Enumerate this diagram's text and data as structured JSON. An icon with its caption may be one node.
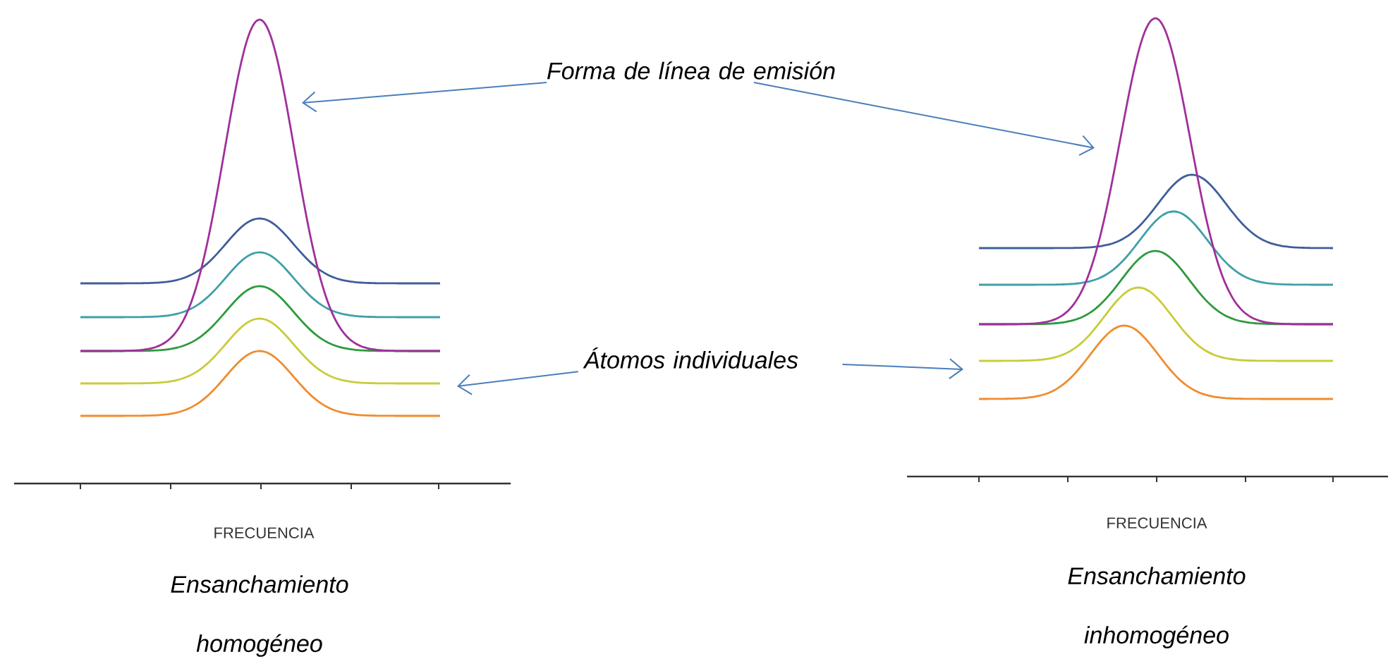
{
  "diagram": {
    "nodes": [
      {
        "text": [
          "Forma de línea de emisión"
        ]
      },
      {
        "text": [
          "Átomos individuales"
        ]
      }
    ],
    "edges": [
      {
        "from": 0,
        "to": null,
        "arrow": "to"
      },
      {
        "from": 0,
        "to": null,
        "arrow": "to"
      },
      {
        "from": 1,
        "to": null,
        "arrow": "to"
      },
      {
        "from": 1,
        "to": null,
        "arrow": "to"
      }
    ],
    "labels": [
      "FRECUENCIA",
      "Ensanchamiento homogéneo",
      "FRECUENCIA",
      "Ensanchamiento inhomogéneo"
    ]
  }
}
